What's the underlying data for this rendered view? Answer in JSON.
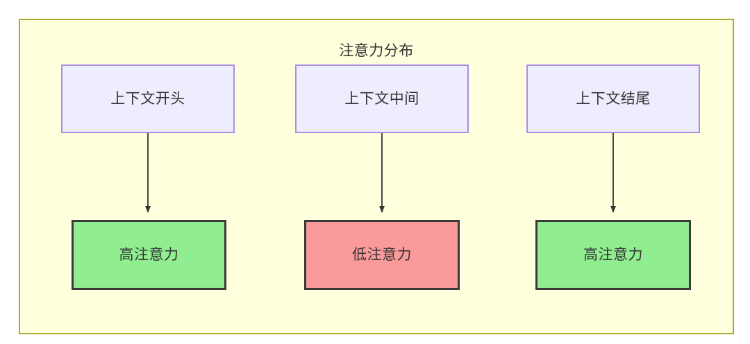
{
  "diagram": {
    "title": "注意力分布",
    "type": "flowchart",
    "container": {
      "fill_color": "#ffffde",
      "border_color": "#aaaa33"
    },
    "colors": {
      "context_fill": "#ededfd",
      "context_border": "#ab8ce4",
      "high_attention_fill": "#90ee90",
      "low_attention_fill": "#fa9a9a",
      "state_border": "#3a3a3a",
      "edge_color": "#333333",
      "text_color": "#333333"
    },
    "columns": [
      {
        "context_label": "上下文开头",
        "state_label": "高注意力",
        "state_kind": "high"
      },
      {
        "context_label": "上下文中间",
        "state_label": "低注意力",
        "state_kind": "low"
      },
      {
        "context_label": "上下文结尾",
        "state_label": "高注意力",
        "state_kind": "high"
      }
    ],
    "edges": [
      {
        "from": "上下文开头",
        "to": "高注意力"
      },
      {
        "from": "上下文中间",
        "to": "低注意力"
      },
      {
        "from": "上下文结尾",
        "to": "高注意力"
      }
    ]
  }
}
